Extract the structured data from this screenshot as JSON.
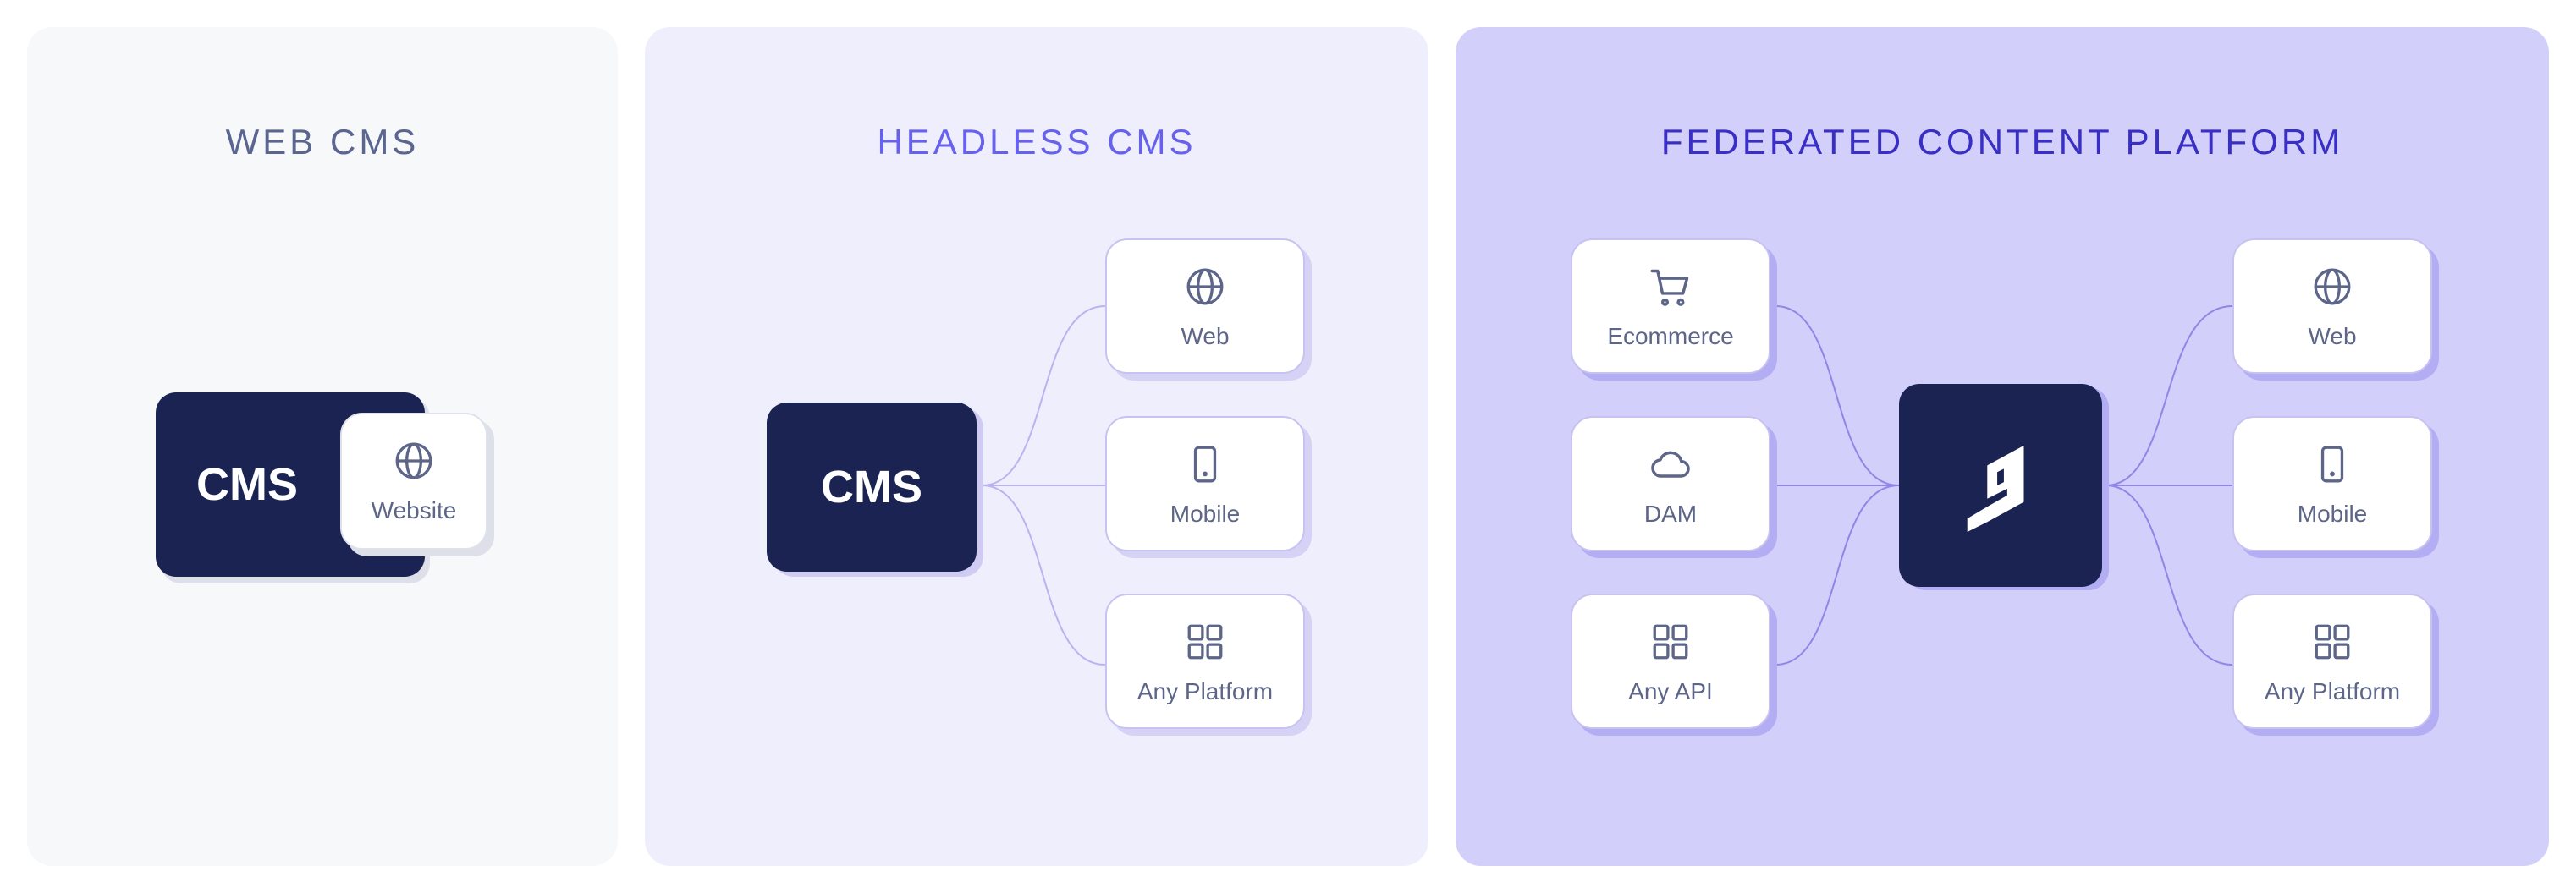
{
  "panels": {
    "web_cms": {
      "title": "WEB CMS",
      "core_label": "CMS",
      "output_label": "Website"
    },
    "headless_cms": {
      "title": "HEADLESS CMS",
      "core_label": "CMS",
      "outputs": [
        {
          "label": "Web",
          "icon": "globe-icon"
        },
        {
          "label": "Mobile",
          "icon": "mobile-icon"
        },
        {
          "label": "Any Platform",
          "icon": "grid-icon"
        }
      ]
    },
    "federated": {
      "title": "FEDERATED CONTENT PLATFORM",
      "core_icon": "hygraph-logo",
      "inputs": [
        {
          "label": "Ecommerce",
          "icon": "cart-icon"
        },
        {
          "label": "DAM",
          "icon": "cloud-icon"
        },
        {
          "label": "Any API",
          "icon": "grid-icon"
        }
      ],
      "outputs": [
        {
          "label": "Web",
          "icon": "globe-icon"
        },
        {
          "label": "Mobile",
          "icon": "mobile-icon"
        },
        {
          "label": "Any Platform",
          "icon": "grid-icon"
        }
      ]
    }
  },
  "colors": {
    "panel1_bg": "#f7f8fa",
    "panel2_bg": "#efeefd",
    "panel3_bg": "#d2cffb",
    "panel1_title": "#5b6690",
    "panel2_title": "#6762ee",
    "panel3_title": "#3a2fc4",
    "dark_node": "#1a2352",
    "connector": "#8f86e6"
  }
}
